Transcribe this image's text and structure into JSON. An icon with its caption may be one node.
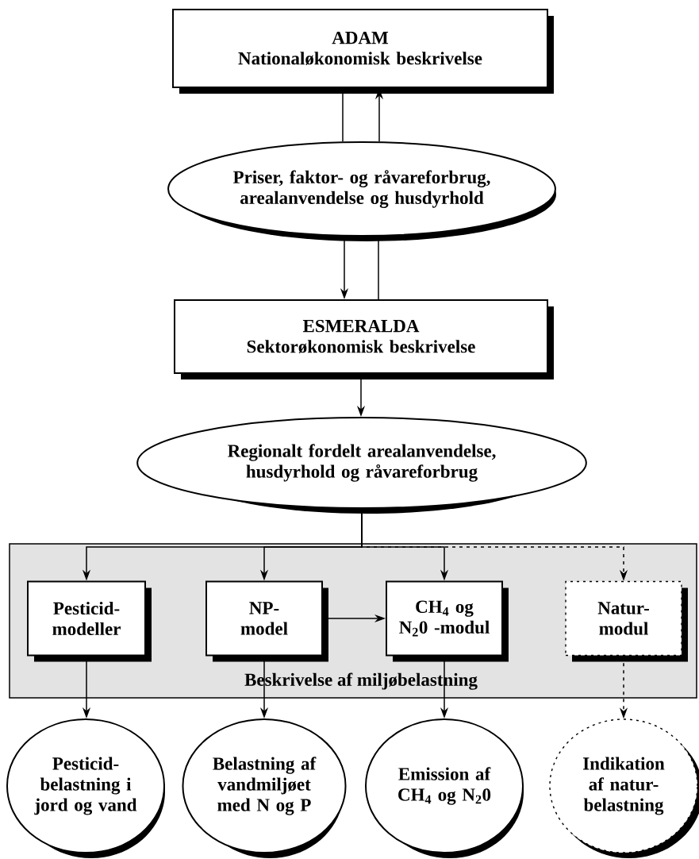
{
  "diagram": {
    "nodes": [
      {
        "text": [
          "ADAM",
          "Nationaløkonomisk beskrivelse"
        ]
      },
      {
        "text": [
          "Priser, faktor- og råvareforbrug, arealanvendelse og husdyrhold"
        ]
      },
      {
        "text": [
          "ESMERALDA",
          "Sektorøkonomisk beskrivelse"
        ]
      },
      {
        "text": [
          "Regionalt fordelt arealanvendelse, husdyrhold og råvareforbrug"
        ]
      },
      {
        "text": [
          "Beskrivelse af miljøbelastning"
        ]
      },
      {
        "text": [
          "Pesticid- modeller"
        ],
        "in": 4
      },
      {
        "text": [
          "NP- model"
        ],
        "in": 4
      },
      {
        "text": [
          "CH$_{4}$ og N$_{2}$0 -modul"
        ],
        "in": 4
      },
      {
        "text": [
          "Natur- modul"
        ],
        "in": 4
      },
      {
        "text": [
          "Pesticid- belastning i jord og vand"
        ]
      },
      {
        "text": [
          "Belastning af vandmiljøet med N og P"
        ]
      },
      {
        "text": [
          "Emission af CH$_{4}$ og N$_{2}$0"
        ]
      },
      {
        "text": [
          "Indikation af natur- belastning"
        ]
      }
    ],
    "edges": [
      {
        "from": 0,
        "to": 1,
        "arrow": "none"
      },
      {
        "from": 1,
        "to": 0,
        "arrow": "to"
      },
      {
        "from": 1,
        "to": 2,
        "arrow": "to"
      },
      {
        "from": 2,
        "to": 1,
        "arrow": "none"
      },
      {
        "from": 2,
        "to": 3,
        "arrow": "to"
      },
      {
        "from": 3,
        "to": 5,
        "arrow": "to"
      },
      {
        "from": 3,
        "to": 6,
        "arrow": "to"
      },
      {
        "from": 3,
        "to": 7,
        "arrow": "to"
      },
      {
        "from": 3,
        "to": 8,
        "arrow": "to",
        "style": "dashed"
      },
      {
        "from": 6,
        "to": 7,
        "arrow": "to"
      },
      {
        "from": 5,
        "to": 9,
        "arrow": "to"
      },
      {
        "from": 6,
        "to": 10,
        "arrow": "to"
      },
      {
        "from": 7,
        "to": 11,
        "arrow": "to"
      },
      {
        "from": 8,
        "to": 12,
        "arrow": "to",
        "style": "dashed"
      }
    ]
  }
}
